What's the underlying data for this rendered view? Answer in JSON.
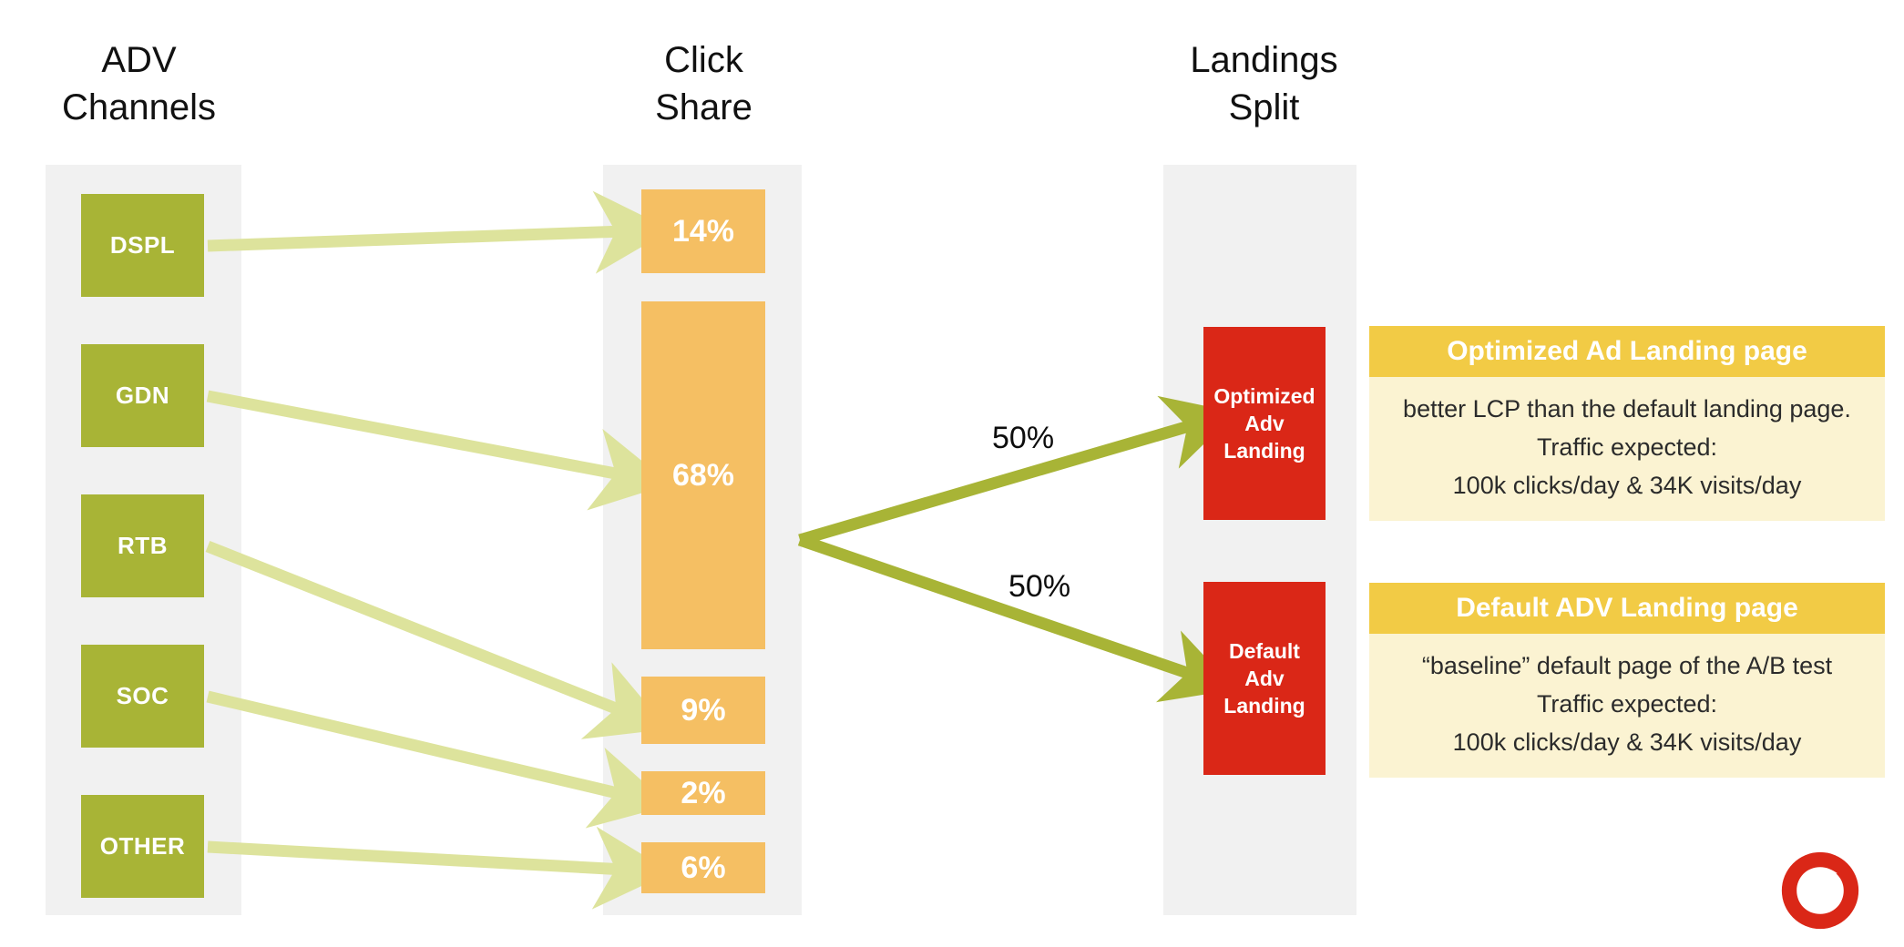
{
  "columns": {
    "adv_channels": {
      "title": "ADV\nChannels"
    },
    "click_share": {
      "title": "Click\nShare"
    },
    "landings_split": {
      "title": "Landings\nSplit"
    }
  },
  "channels": [
    {
      "label": "DSPL"
    },
    {
      "label": "GDN"
    },
    {
      "label": "RTB"
    },
    {
      "label": "SOC"
    },
    {
      "label": "OTHER"
    }
  ],
  "click_share": [
    {
      "label": "14%"
    },
    {
      "label": "68%"
    },
    {
      "label": "9%"
    },
    {
      "label": "2%"
    },
    {
      "label": "6%"
    }
  ],
  "split": {
    "top_label": "50%",
    "bottom_label": "50%"
  },
  "landings": [
    {
      "label": "Optimized\nAdv\nLanding"
    },
    {
      "label": "Default\nAdv\nLanding"
    }
  ],
  "info_cards": [
    {
      "title": "Optimized Ad Landing page",
      "body": "better LCP than the default landing page.\nTraffic expected:\n100k clicks/day  & 34K visits/day"
    },
    {
      "title": "Default ADV Landing page",
      "body": "“baseline” default page of the A/B test\nTraffic expected:\n100k clicks/day  & 34K visits/day"
    }
  ],
  "logo": {
    "name": "vodafone-logo"
  },
  "chart_data": {
    "type": "diagram",
    "title": "ADV Channels → Click Share → Landings Split",
    "stages": [
      "ADV Channels",
      "Click Share",
      "Landings Split"
    ],
    "categories": [
      "DSPL",
      "GDN",
      "RTB",
      "SOC",
      "OTHER"
    ],
    "click_share_values": [
      14,
      68,
      9,
      2,
      6
    ],
    "click_share_labels": [
      "14%",
      "68%",
      "9%",
      "2%",
      "6%"
    ],
    "flows": [
      {
        "from": "DSPL",
        "to": "14%"
      },
      {
        "from": "GDN",
        "to": "68%"
      },
      {
        "from": "RTB",
        "to": "9%"
      },
      {
        "from": "SOC",
        "to": "2%"
      },
      {
        "from": "OTHER",
        "to": "6%"
      }
    ],
    "split_values": [
      50,
      50
    ],
    "split_targets": [
      "Optimized Adv Landing",
      "Default Adv Landing"
    ],
    "colors": {
      "channel": "#a8b436",
      "share": "#f5bf63",
      "landing": "#da2717",
      "arrow_light": "#dde39c",
      "arrow_bold": "#a8b436",
      "column_bg": "#f1f1f1",
      "card_title": "#f2cb45",
      "card_body": "#fbf3d2"
    }
  }
}
